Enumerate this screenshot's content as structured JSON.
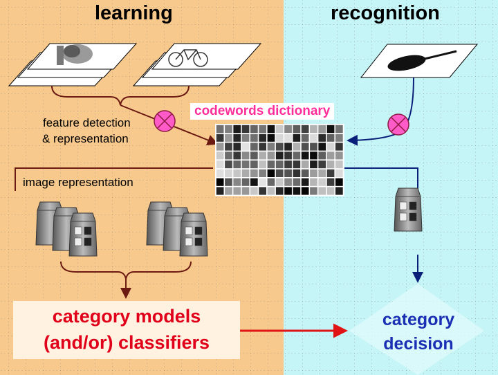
{
  "panels": {
    "learning": {
      "title": "learning"
    },
    "recognition": {
      "title": "recognition"
    }
  },
  "labels": {
    "feature_detection": "feature detection",
    "representation": "& representation",
    "codewords_dictionary": "codewords dictionary",
    "image_representation": "image representation"
  },
  "models": {
    "line1": "category models",
    "line2": "(and/or) classifiers"
  },
  "decision": {
    "line1": "category",
    "line2": "decision"
  },
  "colors": {
    "learning_bg": "#f8c98d",
    "recognition_bg": "#c6f5f7",
    "models_text": "#e0001a",
    "decision_text": "#1a2fb4",
    "dictionary_text": "#ff2e9a",
    "learning_arrow": "#6b1a12",
    "recognition_arrow": "#0a1f7a",
    "main_arrow": "#e01414",
    "node_fill": "#ff5bc8"
  },
  "icons": [
    "face-image-icon",
    "bicycle-image-icon",
    "violin-image-icon",
    "codeword-patches-icon",
    "histogram-bag-icon",
    "multiply-node-icon"
  ]
}
